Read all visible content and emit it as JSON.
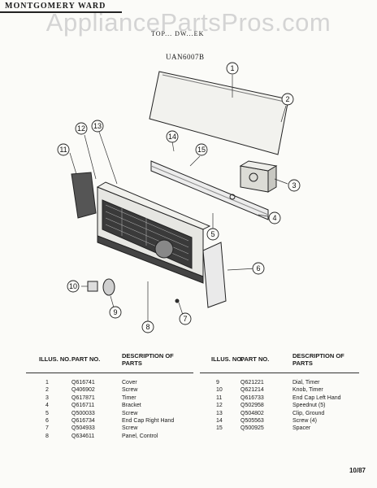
{
  "header": {
    "brand": "MONTGOMERY WARD",
    "watermark": "AppliancePartsPros.com",
    "subtitle": "TOP... DW...EK",
    "model": "UAN6007B"
  },
  "callouts": [
    "1",
    "2",
    "3",
    "4",
    "5",
    "6",
    "7",
    "8",
    "9",
    "10",
    "11",
    "12",
    "13",
    "14",
    "15"
  ],
  "table": {
    "headers": {
      "illus": "ILLUS. NO.",
      "part": "PART NO.",
      "desc": "DESCRIPTION OF PARTS"
    },
    "left": [
      {
        "no": "1",
        "part": "Q616741",
        "desc": "Cover"
      },
      {
        "no": "2",
        "part": "Q406902",
        "desc": "Screw"
      },
      {
        "no": "3",
        "part": "Q617871",
        "desc": "Timer"
      },
      {
        "no": "4",
        "part": "Q616711",
        "desc": "Bracket"
      },
      {
        "no": "5",
        "part": "Q500033",
        "desc": "Screw"
      },
      {
        "no": "6",
        "part": "Q616734",
        "desc": "End Cap Right Hand"
      },
      {
        "no": "7",
        "part": "Q504933",
        "desc": "Screw"
      },
      {
        "no": "8",
        "part": "Q634611",
        "desc": "Panel, Control"
      }
    ],
    "right": [
      {
        "no": "9",
        "part": "Q621221",
        "desc": "Dial, Timer"
      },
      {
        "no": "10",
        "part": "Q621214",
        "desc": "Knob, Timer"
      },
      {
        "no": "11",
        "part": "Q616733",
        "desc": "End Cap Left Hand"
      },
      {
        "no": "12",
        "part": "Q502958",
        "desc": "Speednut (5)"
      },
      {
        "no": "13",
        "part": "Q504802",
        "desc": "Clip, Ground"
      },
      {
        "no": "14",
        "part": "Q505563",
        "desc": "Screw (4)"
      },
      {
        "no": "15",
        "part": "Q500925",
        "desc": "Spacer"
      }
    ]
  },
  "footer": {
    "date": "10/87"
  }
}
